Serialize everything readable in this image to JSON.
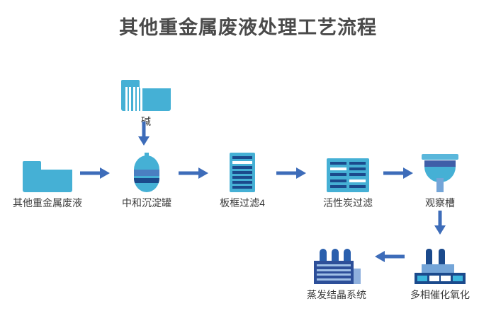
{
  "title": "其他重金属废液处理工艺流程",
  "colors": {
    "title_text": "#4a4a4a",
    "label_text": "#3a3a3a",
    "arrow": "#3d6cb9",
    "accent_light_blue": "#45b0d5",
    "accent_mid_blue": "#4a7fc1",
    "accent_dark_blue": "#1b4a8c",
    "background": "#ffffff"
  },
  "nodes": {
    "alkali": {
      "label": "碱",
      "icon": "folder-striped-icon"
    },
    "waste": {
      "label": "其他重金属废液",
      "icon": "folder-icon"
    },
    "tank": {
      "label": "中和沉淀罐",
      "icon": "capsule-tank-icon"
    },
    "plate": {
      "label": "板框过滤4",
      "icon": "plate-frame-filter-icon"
    },
    "carbon": {
      "label": "活性炭过滤",
      "icon": "activated-carbon-filter-icon"
    },
    "observe": {
      "label": "观察槽",
      "icon": "funnel-icon"
    },
    "catalytic": {
      "label": "多相催化氧化",
      "icon": "factory-plant-icon"
    },
    "evaporation": {
      "label": "蒸发结晶系统",
      "icon": "evaporation-crystallizer-icon"
    }
  },
  "arrows": {
    "alkali_to_tank": {
      "direction": "down",
      "name": "arrow-alkali-to-tank"
    },
    "waste_to_tank": {
      "direction": "right",
      "name": "arrow-waste-to-tank"
    },
    "tank_to_plate": {
      "direction": "right",
      "name": "arrow-tank-to-plate"
    },
    "plate_to_carbon": {
      "direction": "right",
      "name": "arrow-plate-to-carbon"
    },
    "carbon_to_observe": {
      "direction": "right",
      "name": "arrow-carbon-to-observe"
    },
    "observe_to_catalytic": {
      "direction": "down",
      "name": "arrow-observe-to-catalytic"
    },
    "catalytic_to_evaporation": {
      "direction": "left",
      "name": "arrow-catalytic-to-evaporation"
    }
  }
}
